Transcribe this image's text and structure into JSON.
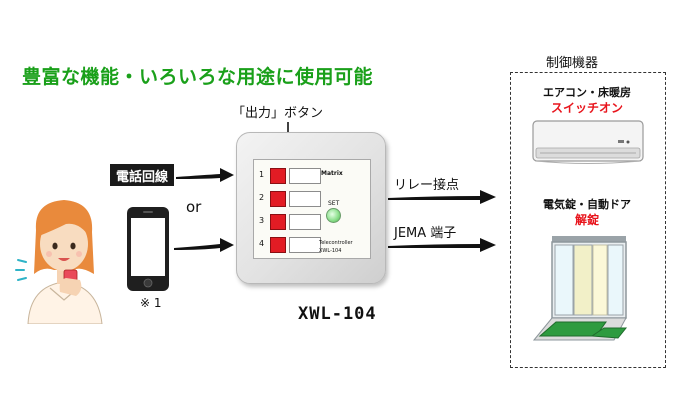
{
  "headline": "豊富な機能・いろいろな用途に使用可能",
  "button_caption": "「出力」ボタン",
  "inputs": {
    "telephone_line": "電話回線",
    "or": "or",
    "note_mark": "※ 1"
  },
  "panel": {
    "buttons": [
      "1",
      "2",
      "3",
      "4"
    ],
    "brand": "Matrix",
    "set_label": "SET",
    "sub_label_1": "Telecontroller",
    "sub_label_2": "XWL-104",
    "model": "XWL-104"
  },
  "outputs": {
    "relay": "リレー接点",
    "jema": "JEMA 端子"
  },
  "devices": {
    "title": "制御機器",
    "aircon_label": "エアコン・床暖房",
    "aircon_action": "スイッチオン",
    "door_label": "電気錠・自動ドア",
    "door_action": "解錠"
  },
  "colors": {
    "headline": "#1aa01a",
    "action_red": "#e8141c",
    "button_red": "#e21c24"
  }
}
